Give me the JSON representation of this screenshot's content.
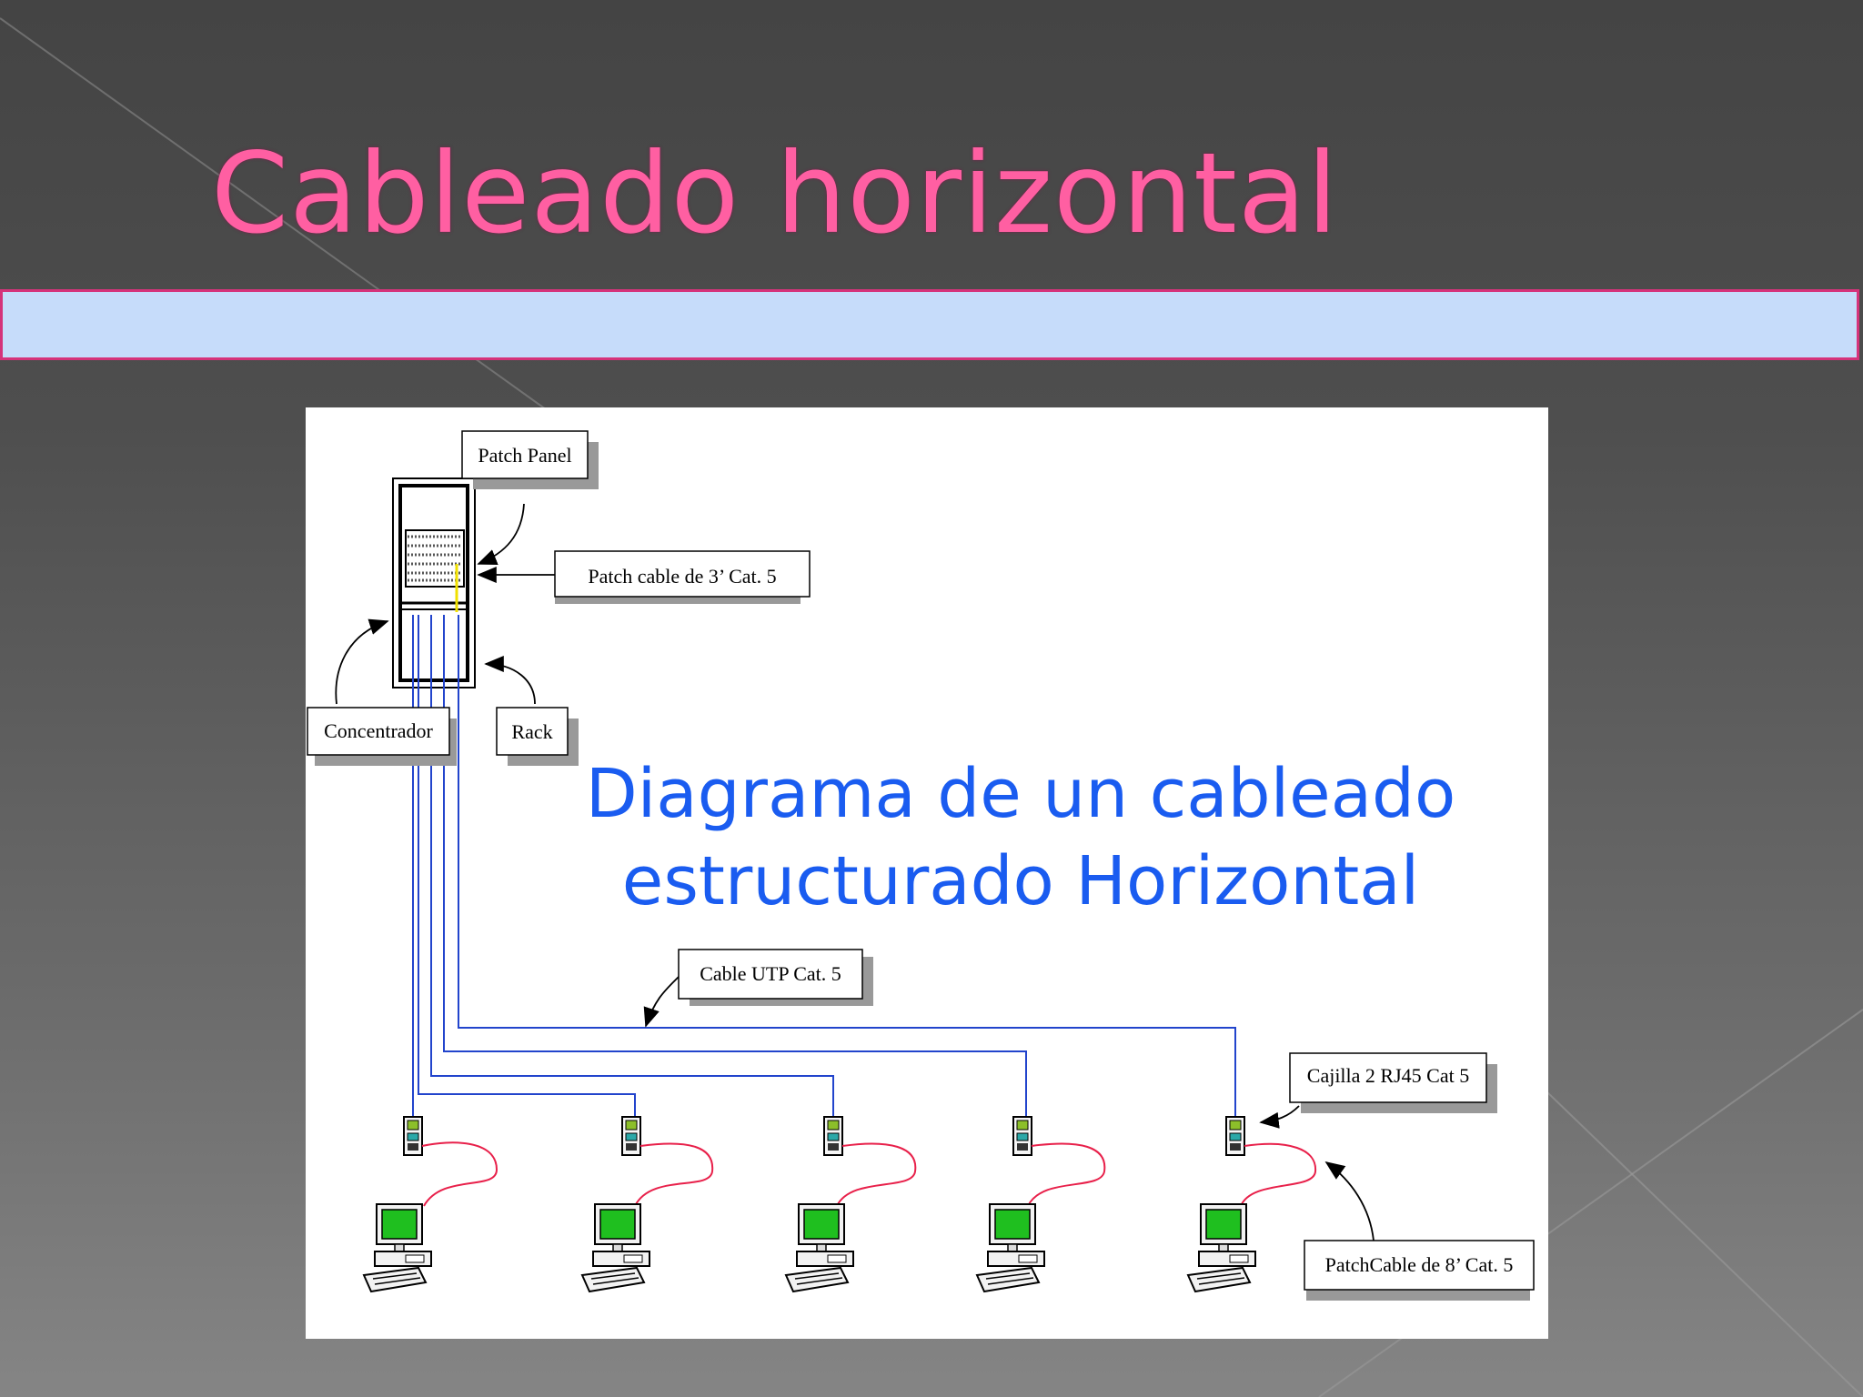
{
  "slide": {
    "title": "Cableado horizontal",
    "colors": {
      "title": "#ff5fa2",
      "band": "#c6dcfa",
      "band_border": "#d5337a",
      "diagram_title": "#1a5cf0",
      "cable": "#2244cc",
      "patch_cable": "#e8204a",
      "monitor": "#1fbf1f"
    }
  },
  "diagram": {
    "title_line1": "Diagrama de un cableado",
    "title_line2": "estructurado Horizontal",
    "labels": {
      "patch_panel": "Patch Panel",
      "patch_cable_3": "Patch cable de 3’ Cat. 5",
      "concentrador": "Concentrador",
      "rack": "Rack",
      "cable_utp": "Cable UTP Cat. 5",
      "cajilla": "Cajilla 2 RJ45 Cat 5",
      "patch_cable_8": "PatchCable de 8’ Cat. 5"
    },
    "icons": [
      "rack-icon",
      "wall-outlet-icon",
      "computer-icon"
    ],
    "workstations": 5
  }
}
